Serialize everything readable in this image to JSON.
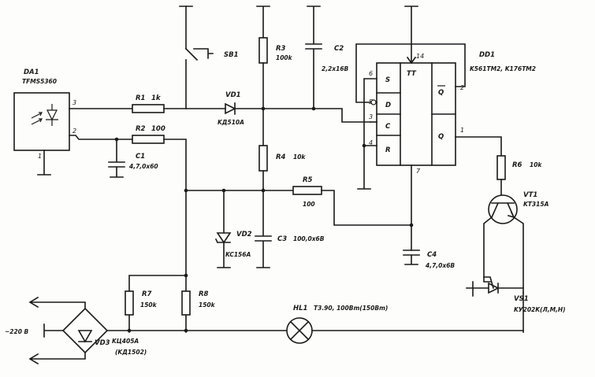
{
  "components": {
    "da1": {
      "ref": "DA1",
      "value": "TFMS5360"
    },
    "sb1": {
      "ref": "SB1"
    },
    "r1": {
      "ref": "R1",
      "value": "1k"
    },
    "r2": {
      "ref": "R2",
      "value": "100"
    },
    "r3": {
      "ref": "R3",
      "value": "100k"
    },
    "r4": {
      "ref": "R4",
      "value": "10k"
    },
    "r5": {
      "ref": "R5",
      "value": "100"
    },
    "r6": {
      "ref": "R6",
      "value": "10k"
    },
    "r7": {
      "ref": "R7",
      "value": "150k"
    },
    "r8": {
      "ref": "R8",
      "value": "150k"
    },
    "c1": {
      "ref": "C1",
      "value": "4,7,0x60"
    },
    "c2": {
      "ref": "C2",
      "value": "2,2x16B"
    },
    "c3": {
      "ref": "C3",
      "value": "100,0x6B"
    },
    "c4": {
      "ref": "C4",
      "value": "4,7,0x6B"
    },
    "vd1": {
      "ref": "VD1",
      "value": "KД510A"
    },
    "vd2": {
      "ref": "VD2",
      "value": "KC156A"
    },
    "vd3": {
      "ref": "VD3",
      "value": "KЦ405A",
      "alt": "(KД1502)"
    },
    "vt1": {
      "ref": "VT1",
      "value": "KT315A"
    },
    "vs1": {
      "ref": "VS1",
      "value": "KУ202K(Л,М,Н)"
    },
    "dd1": {
      "ref": "DD1",
      "value": "K561TM2, K176TM2",
      "pins": [
        "S",
        "D",
        "C",
        "R",
        "TT",
        "Q",
        "Q"
      ]
    },
    "hl1": {
      "ref": "HL1",
      "value": "T3.90, 100Bm(150Bm)"
    }
  },
  "supply": {
    "label": "~220 B"
  },
  "pin_numbers": {
    "da1_out": "3",
    "da1_vcc": "2",
    "da1_gnd": "1",
    "dd1_s": "6",
    "dd1_d": "5",
    "dd1_c": "3",
    "dd1_r": "4",
    "dd1_q1": "2",
    "dd1_q": "1",
    "dd1_v": "14",
    "dd1_g": "7"
  }
}
